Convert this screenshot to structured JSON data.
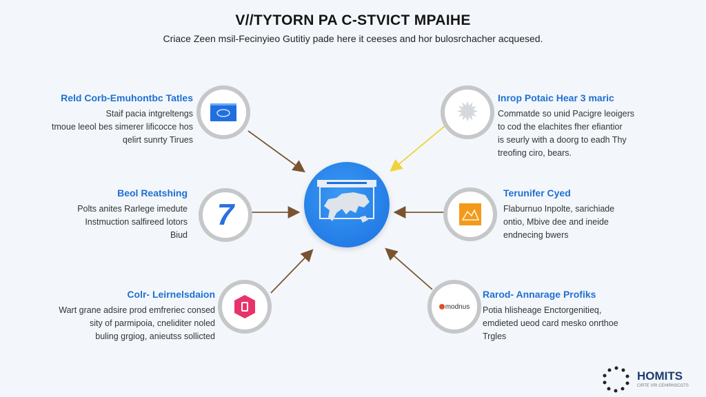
{
  "header": {
    "title": "V//TYTORN PA C-STVICT MPAIHE",
    "subtitle": "Criace Zeen msil-Fecinyieo Gutitiy pade here it ceeses and hor bulosrchacher acquesed."
  },
  "nodes": [
    {
      "title": "Reld Corb-Emuhontbc Tatles",
      "lines": [
        "Staif pacia intgreltengs",
        "tmoue leeol bes simerer lificocce hos",
        "qelirt sunrty Tirues"
      ],
      "icon": "browser-window-icon"
    },
    {
      "title": "Beol Reatshing",
      "lines": [
        "Polts anites Rarlege imedute",
        "Instmuction salfireed lotors",
        "Biud"
      ],
      "icon": "number-seven-icon"
    },
    {
      "title": "Colr- Leirnelsdaion",
      "lines": [
        "Wart grane adsire prod emfreriec consed",
        "sity of parmipoia, cneliditer noled",
        "buling grgiog, anieutss sollicted"
      ],
      "icon": "hexagon-badge-icon"
    },
    {
      "title": "Inrop Potaic Hear 3 maric",
      "lines": [
        "Commatde so unid Pacigre leoigers",
        "to cod the elachites fher efiantior",
        "is seurly with a doorg to eadh Thy",
        "treofing ciro, bears."
      ],
      "icon": "gear-cluster-icon"
    },
    {
      "title": "Terunifer Cyed",
      "lines": [
        "Flaburnuo Inpolte, sarichiade",
        "ontio, Mbive dee and ineide",
        "endnecing bwers"
      ],
      "icon": "orange-handshake-icon"
    },
    {
      "title": "Rarod- Annarage Profiks",
      "lines": [
        "Potia hlisheage Enctorgenitieq,",
        "emdieted ueod card mesko onrthoe",
        "Trgles"
      ],
      "icon": "modnus-logo-icon",
      "icon_text": "modnus"
    }
  ],
  "center": {
    "icon": "world-map-board-icon"
  },
  "logo": {
    "name": "HOMITS",
    "tagline": "CIRTE VRI CEHIRNSCOTS"
  },
  "colors": {
    "accent": "#1f6fd1",
    "arrow": "#7a5330",
    "arrow_highlight": "#f2d23a",
    "center": "#2583ea"
  }
}
